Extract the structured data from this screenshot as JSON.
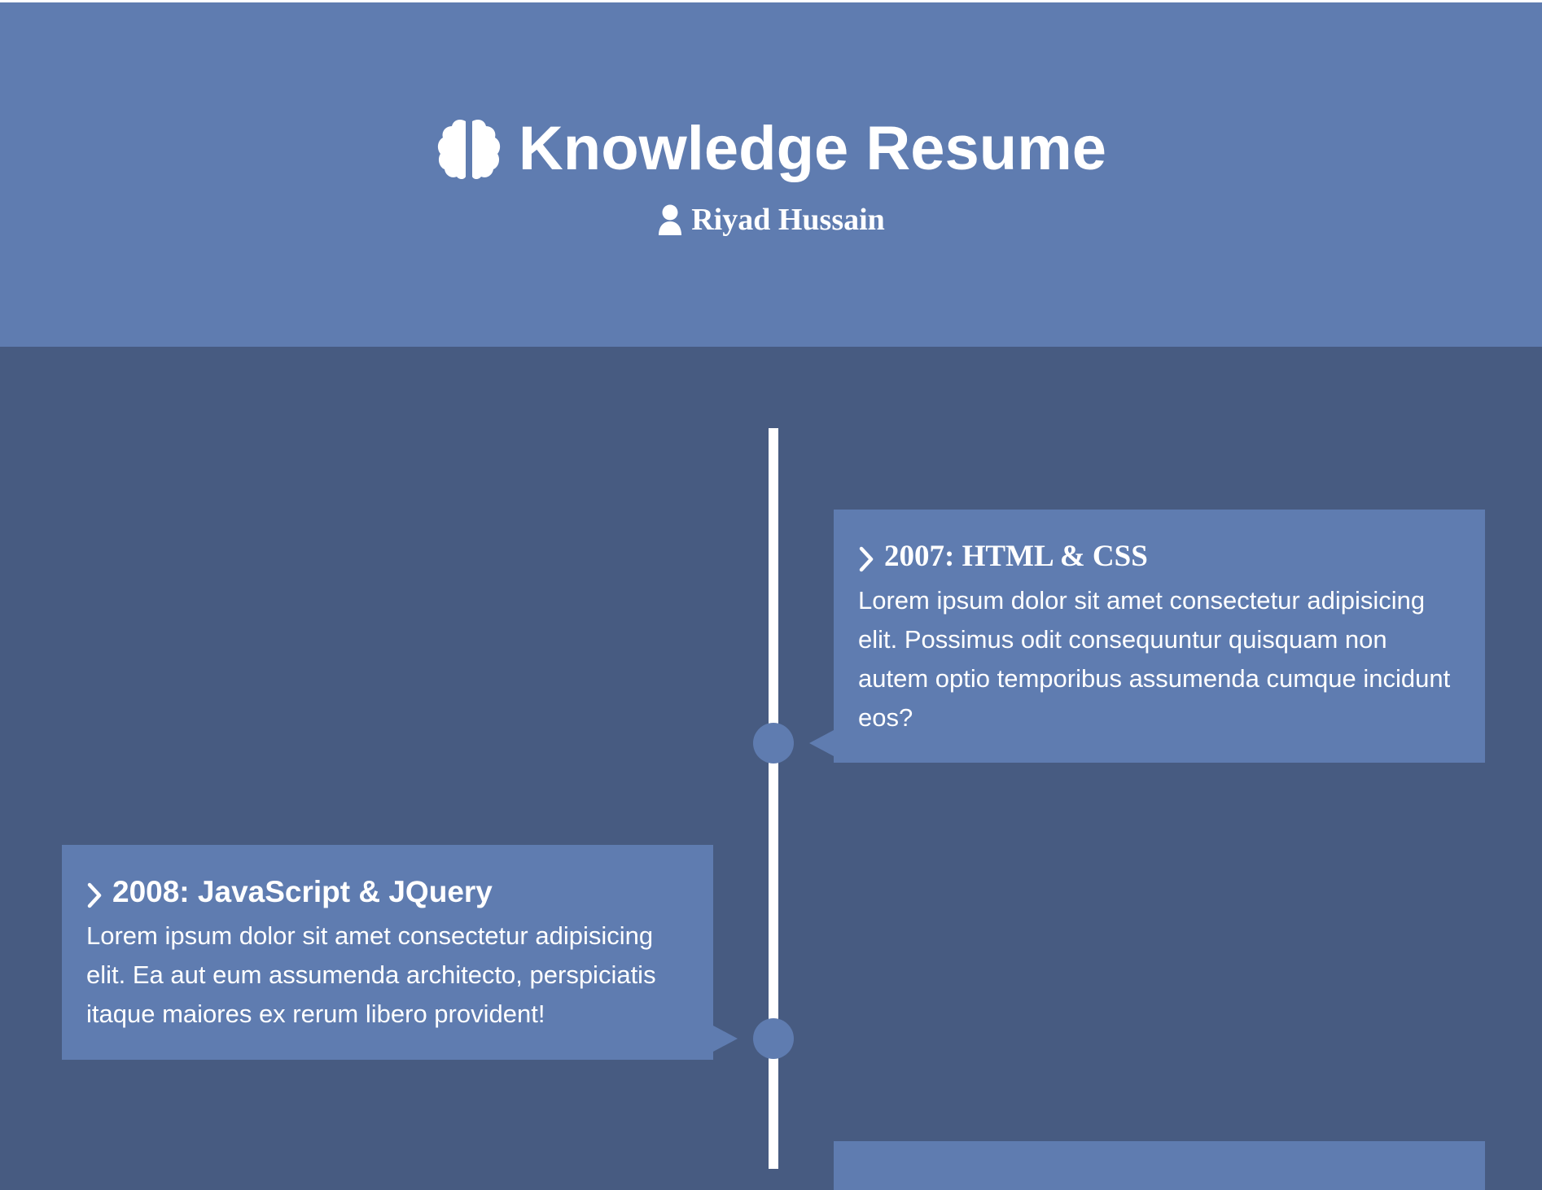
{
  "header": {
    "title": "Knowledge Resume",
    "title_icon": "brain-icon",
    "author": "Riyad Hussain",
    "author_icon": "user-icon"
  },
  "colors": {
    "header_bg": "#5f7cb0",
    "timeline_bg": "#475b81",
    "card_bg": "#5f7cb0",
    "axis": "#ffffff",
    "text": "#ffffff"
  },
  "timeline": {
    "entries": [
      {
        "title": "2007: HTML & CSS",
        "text": "Lorem ipsum dolor sit amet consectetur adipisicing elit. Possimus odit consequuntur quisquam non autem optio temporibus assumenda cumque incidunt eos?",
        "side": "right",
        "icon": "chevron-right-icon"
      },
      {
        "title": "2008: JavaScript & JQuery",
        "text": "Lorem ipsum dolor sit amet consectetur adipisicing elit. Ea aut eum assumenda architecto, perspiciatis itaque maiores ex rerum libero provident!",
        "side": "left",
        "icon": "chevron-right-icon"
      }
    ]
  }
}
